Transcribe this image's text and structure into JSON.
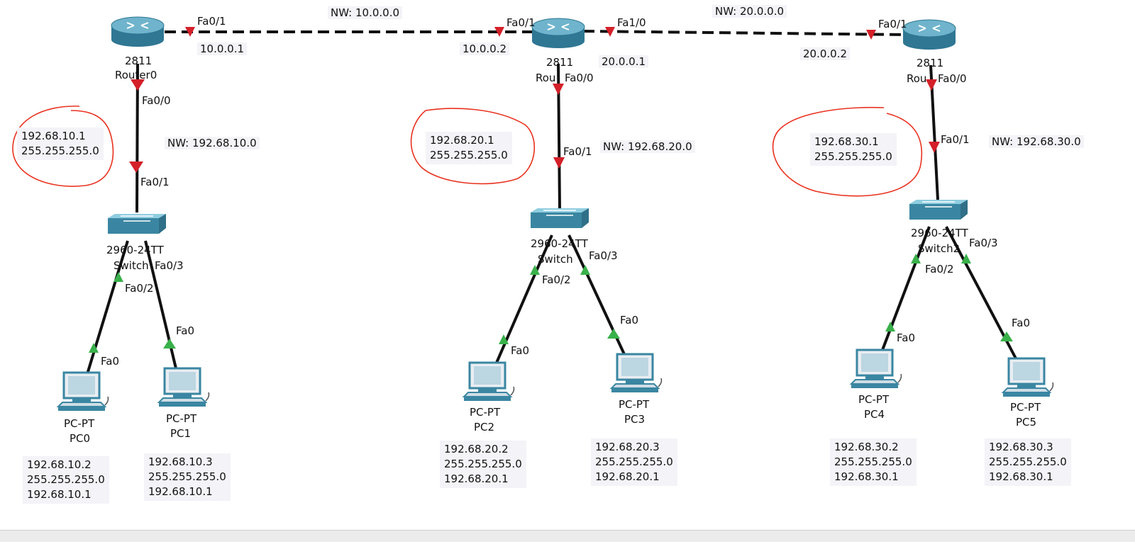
{
  "colors": {
    "link_copper": "#111111",
    "wan_dash": "#111111",
    "port_down": "#d42029",
    "port_up": "#39b14a",
    "annotation": "#e8321f",
    "device_body": "#3d8aa6",
    "device_top": "#7fc0d6",
    "note_bg": "#f3f3f8"
  },
  "networks": {
    "wan1": "NW: 10.0.0.0",
    "wan2": "NW: 20.0.0.0",
    "lan1": "NW: 192.68.10.0",
    "lan2": "NW: 192.68.20.0",
    "lan3": "NW: 192.68.30.0"
  },
  "wan_ips": {
    "r0_fa01": "10.0.0.1",
    "r1_fa01": "10.0.0.2",
    "r1_fa10": "20.0.0.1",
    "r2_fa01": "20.0.0.2"
  },
  "routers": [
    {
      "model": "2811",
      "name": "Router0"
    },
    {
      "model": "2811",
      "name": "Rou"
    },
    {
      "model": "2811",
      "name": "Rou"
    }
  ],
  "switches": [
    {
      "model": "2960-24TT",
      "name": "Switch"
    },
    {
      "model": "2960-24TT",
      "name": "Switch"
    },
    {
      "model": "2960-24TT",
      "name": "Switch2"
    }
  ],
  "pcs": [
    {
      "type": "PC-PT",
      "name": "PC0"
    },
    {
      "type": "PC-PT",
      "name": "PC1"
    },
    {
      "type": "PC-PT",
      "name": "PC2"
    },
    {
      "type": "PC-PT",
      "name": "PC3"
    },
    {
      "type": "PC-PT",
      "name": "PC4"
    },
    {
      "type": "PC-PT",
      "name": "PC5"
    }
  ],
  "ports": {
    "fa01": "Fa0/1",
    "fa10": "Fa1/0",
    "fa00": "Fa0/0",
    "fa02": "Fa0/2",
    "fa03": "Fa0/3",
    "fa0": "Fa0"
  },
  "gateway_notes": [
    {
      "ip": "192.68.10.1",
      "mask": "255.255.255.0"
    },
    {
      "ip": "192.68.20.1",
      "mask": "255.255.255.0"
    },
    {
      "ip": "192.68.30.1",
      "mask": "255.255.255.0"
    }
  ],
  "pc_notes": [
    {
      "ip": "192.68.10.2",
      "mask": "255.255.255.0",
      "gw": "192.68.10.1"
    },
    {
      "ip": "192.68.10.3",
      "mask": "255.255.255.0",
      "gw": "192.68.10.1"
    },
    {
      "ip": "192.68.20.2",
      "mask": "255.255.255.0",
      "gw": "192.68.20.1"
    },
    {
      "ip": "192.68.20.3",
      "mask": "255.255.255.0",
      "gw": "192.68.20.1"
    },
    {
      "ip": "192.68.30.2",
      "mask": "255.255.255.0",
      "gw": "192.68.30.1"
    },
    {
      "ip": "192.68.30.3",
      "mask": "255.255.255.0",
      "gw": "192.68.30.1"
    }
  ]
}
